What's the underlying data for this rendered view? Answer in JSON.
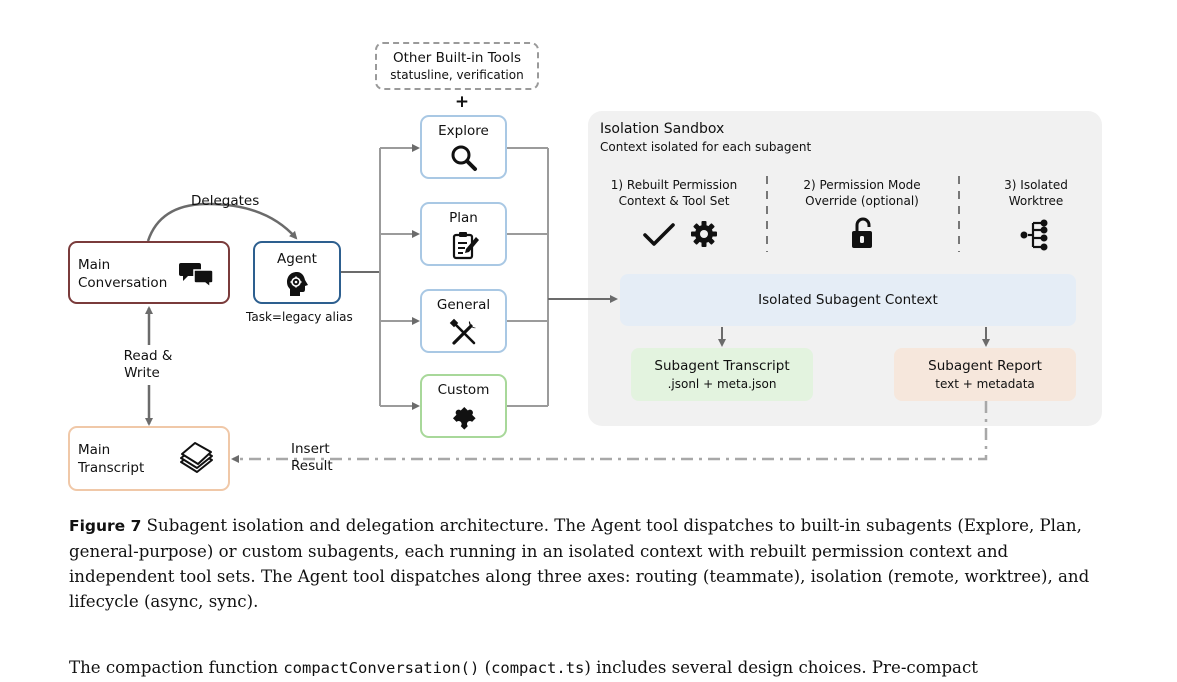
{
  "diagram": {
    "main_conversation": {
      "line1": "Main",
      "line2": "Conversation"
    },
    "main_transcript": {
      "line1": "Main",
      "line2": "Transcript"
    },
    "delegates_label": "Delegates",
    "read_write": {
      "line1": "Read &",
      "line2": "Write"
    },
    "agent": {
      "title": "Agent",
      "note": "Task=legacy alias"
    },
    "other_tools": {
      "title": "Other Built-in Tools",
      "subtitle": "statusline, verification"
    },
    "plus": "+",
    "subagents": {
      "explore": "Explore",
      "plan": "Plan",
      "general": "General",
      "custom": "Custom"
    },
    "sandbox": {
      "title": "Isolation Sandbox",
      "subtitle": "Context isolated for each subagent",
      "col1": {
        "line1": "1) Rebuilt Permission",
        "line2": "Context & Tool Set"
      },
      "col2": {
        "line1": "2) Permission Mode",
        "line2": "Override (optional)"
      },
      "col3": {
        "line1": "3) Isolated",
        "line2": "Worktree"
      },
      "context": "Isolated Subagent Context",
      "transcript": {
        "title": "Subagent Transcript",
        "subtitle": ".jsonl + meta.json"
      },
      "report": {
        "title": "Subagent Report",
        "subtitle": "text + metadata"
      }
    },
    "insert_result": {
      "line1": "Insert",
      "line2": "Result"
    },
    "colors": {
      "main_conversation": "#7a3b3b",
      "agent": "#2d5f8f",
      "builtin": "#a9c8e4",
      "custom": "#a8d89a",
      "transcript_border": "#f0c8a8",
      "sandbox_bg": "#f1f1f1",
      "context_bg": "#e5edf6",
      "sub_transcript_bg": "#e3f3df",
      "sub_report_bg": "#f6e7dc",
      "arrows": "#757575"
    },
    "icons": [
      "chat-bubbles-icon",
      "agent-head-icon",
      "search-icon",
      "clipboard-icon",
      "tools-icon",
      "puzzle-icon",
      "checkmark-icon",
      "gear-icon",
      "unlock-icon",
      "tree-icon",
      "stacked-papers-icon"
    ]
  },
  "caption": {
    "label": "Figure 7",
    "text": "Subagent isolation and delegation architecture. The Agent tool dispatches to built-in subagents (Explore, Plan, general-purpose) or custom subagents, each running in an isolated context with rebuilt permission context and independent tool sets. The Agent tool dispatches along three axes: routing (teammate), isolation (remote, worktree), and lifecycle (async, sync)."
  },
  "body_text": {
    "before": "The compaction function ",
    "code1": "compactConversation()",
    "middle": " (",
    "code2": "compact.ts",
    "after": ") includes several design choices. Pre-compact"
  }
}
